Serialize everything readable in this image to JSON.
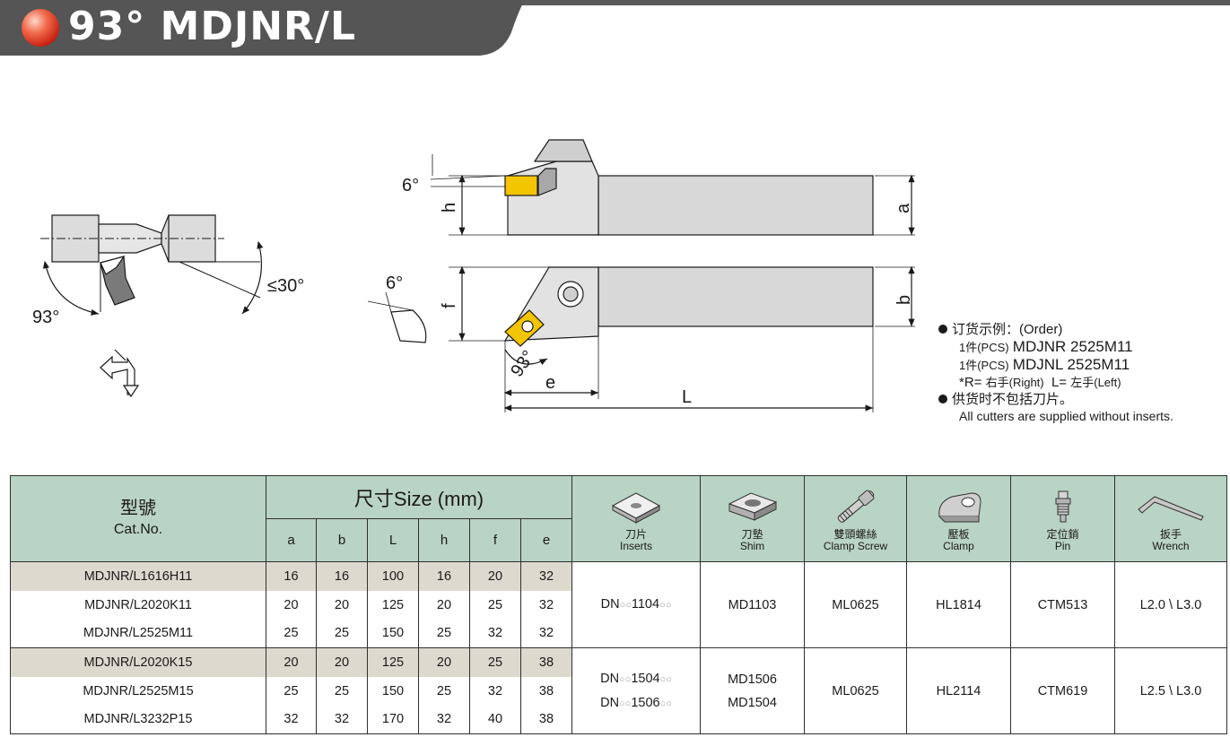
{
  "header": {
    "title": "93°  MDJNR/L"
  },
  "drawing": {
    "labels": {
      "angle_6_top": "6°",
      "h": "h",
      "a": "a",
      "angle_6_bottom": "6°",
      "f": "f",
      "b": "b",
      "angle_93_side": "93°",
      "angle_93_small": "93°",
      "angle_30": "≤30°",
      "e": "e",
      "L": "L"
    }
  },
  "notes": {
    "order_label": "订货示例：(Order)",
    "order_1_prefix": "1件(PCS)",
    "order_1_code": "MDJNR 2525M11",
    "order_2_prefix": "1件(PCS)",
    "order_2_code": "MDJNL 2525M11",
    "rl_note_r": "*R= ",
    "rl_note_r_text": "右手(Right)",
    "rl_note_l": "L= ",
    "rl_note_l_text": "左手(Left)",
    "supply_cn": "供货时不包括刀片。",
    "supply_en": "All cutters are supplied without inserts."
  },
  "table": {
    "model_header_cn": "型號",
    "model_header_en": "Cat.No.",
    "size_header": "尺寸Size (mm)",
    "dim_headers": [
      "a",
      "b",
      "L",
      "h",
      "f",
      "e"
    ],
    "accessories": [
      {
        "cn": "刀片",
        "en": "Inserts",
        "icon": "insert-icon"
      },
      {
        "cn": "刀墊",
        "en": "Shim",
        "icon": "shim-icon"
      },
      {
        "cn": "雙頭螺絲",
        "en": "Clamp Screw",
        "icon": "clamp-screw-icon"
      },
      {
        "cn": "壓板",
        "en": "Clamp",
        "icon": "clamp-icon"
      },
      {
        "cn": "定位銷",
        "en": "Pin",
        "icon": "pin-icon"
      },
      {
        "cn": "扳手",
        "en": "Wrench",
        "icon": "wrench-icon"
      }
    ],
    "groups": [
      {
        "rows": [
          {
            "cat": "MDJNR/L1616H11",
            "a": "16",
            "b": "16",
            "L": "100",
            "h": "16",
            "f": "20",
            "e": "32",
            "gray": true
          },
          {
            "cat": "MDJNR/L2020K11",
            "a": "20",
            "b": "20",
            "L": "125",
            "h": "20",
            "f": "25",
            "e": "32",
            "gray": false
          },
          {
            "cat": "MDJNR/L2525M11",
            "a": "25",
            "b": "25",
            "L": "150",
            "h": "25",
            "f": "32",
            "e": "32",
            "gray": false
          }
        ],
        "insert_prefix": [
          "DN"
        ],
        "insert_mid": [
          "1104"
        ],
        "shim": [
          "MD1103"
        ],
        "screw": "ML0625",
        "clamp": "HL1814",
        "pin": "CTM513",
        "wrench": "L2.0 \\ L3.0"
      },
      {
        "rows": [
          {
            "cat": "MDJNR/L2020K15",
            "a": "20",
            "b": "20",
            "L": "125",
            "h": "20",
            "f": "25",
            "e": "38",
            "gray": true
          },
          {
            "cat": "MDJNR/L2525M15",
            "a": "25",
            "b": "25",
            "L": "150",
            "h": "25",
            "f": "32",
            "e": "38",
            "gray": false
          },
          {
            "cat": "MDJNR/L3232P15",
            "a": "32",
            "b": "32",
            "L": "170",
            "h": "32",
            "f": "40",
            "e": "38",
            "gray": false
          }
        ],
        "insert_prefix": [
          "DN",
          "DN"
        ],
        "insert_mid": [
          "1504",
          "1506"
        ],
        "shim": [
          "MD1506",
          "MD1504"
        ],
        "screw": "ML0625",
        "clamp": "HL2114",
        "pin": "CTM619",
        "wrench": "L2.5 \\ L3.0"
      }
    ],
    "placeholder_glyph": "○○"
  }
}
